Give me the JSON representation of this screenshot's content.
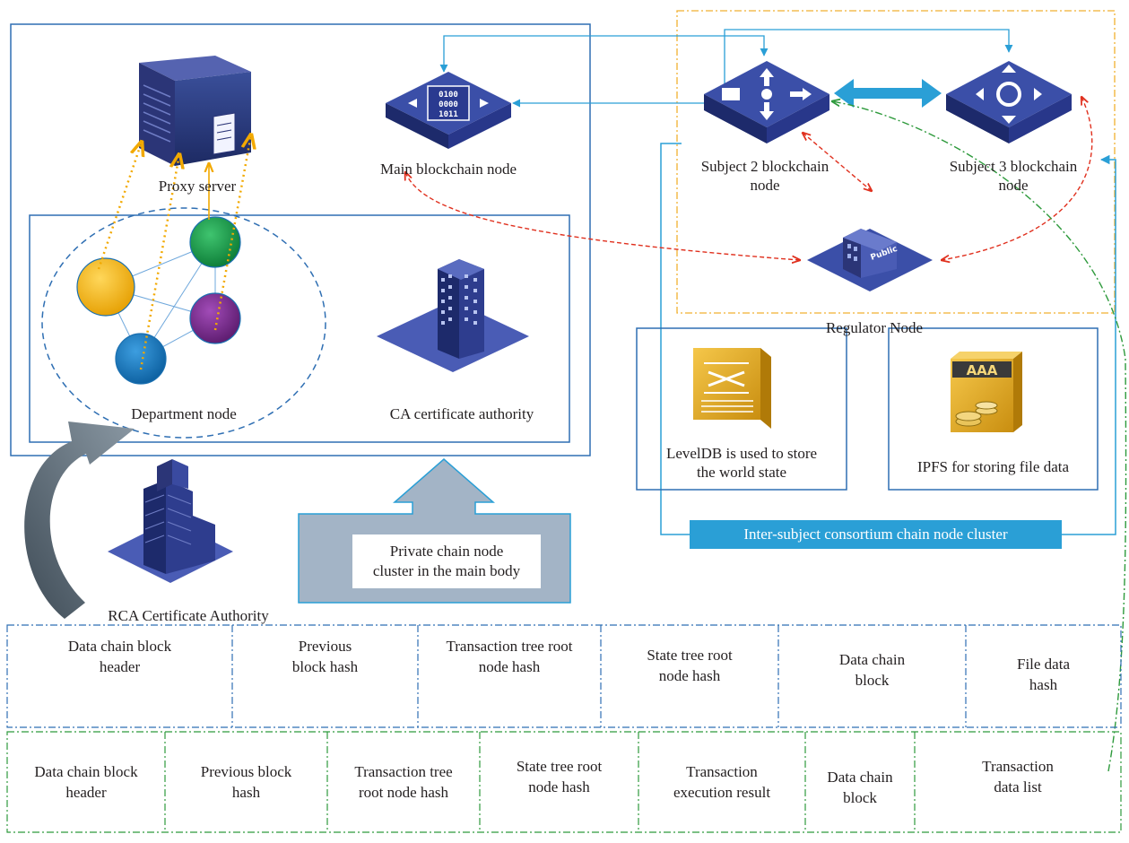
{
  "labels": {
    "proxy_server": "Proxy server",
    "main_blockchain_node": "Main blockchain node",
    "subject2_node": "Subject 2 blockchain\nnode",
    "subject3_node": "Subject 3 blockchain\nnode",
    "regulator_node": "Regulator Node",
    "department_node": "Department node",
    "ca_authority": "CA certificate authority",
    "leveldb": "LevelDB is used to store\nthe world state",
    "ipfs": "IPFS for storing file data",
    "cluster_banner": "Inter-subject consortium chain node cluster",
    "private_cluster": "Private chain node\ncluster in the main body",
    "rca_authority": "RCA Certificate Authority",
    "public_sign": "Public",
    "ipfs_sign": "AAA",
    "main_node_bits": [
      "0100",
      "0000",
      "1011"
    ]
  },
  "table_top": {
    "cells": [
      "Data chain block\nheader",
      "Previous\nblock hash",
      "Transaction tree root\nnode hash",
      "State tree root\nnode hash",
      "Data chain\nblock",
      "File data\nhash"
    ]
  },
  "table_bottom": {
    "cells": [
      "Data chain block\nheader",
      "Previous block\nhash",
      "Transaction tree\nroot node hash",
      "State tree root\nnode hash",
      "Transaction\nexecution result",
      "Data chain\nblock",
      "Transaction\ndata list"
    ]
  },
  "colors": {
    "frame_blue": "#2f6fb3",
    "link_blue": "#2a9fd6",
    "dashed_red": "#e0301e",
    "dotted_orange": "#f2a900",
    "dash_dot_green": "#2e9a3c",
    "orange_frame": "#f0b030",
    "node_yellow": "#f6b814",
    "node_green": "#12a04a",
    "node_blue": "#1479c4",
    "node_purple": "#7a2a8f",
    "gray_arrow": "#5b6b78",
    "light_arrow": "#a3b4c6"
  }
}
